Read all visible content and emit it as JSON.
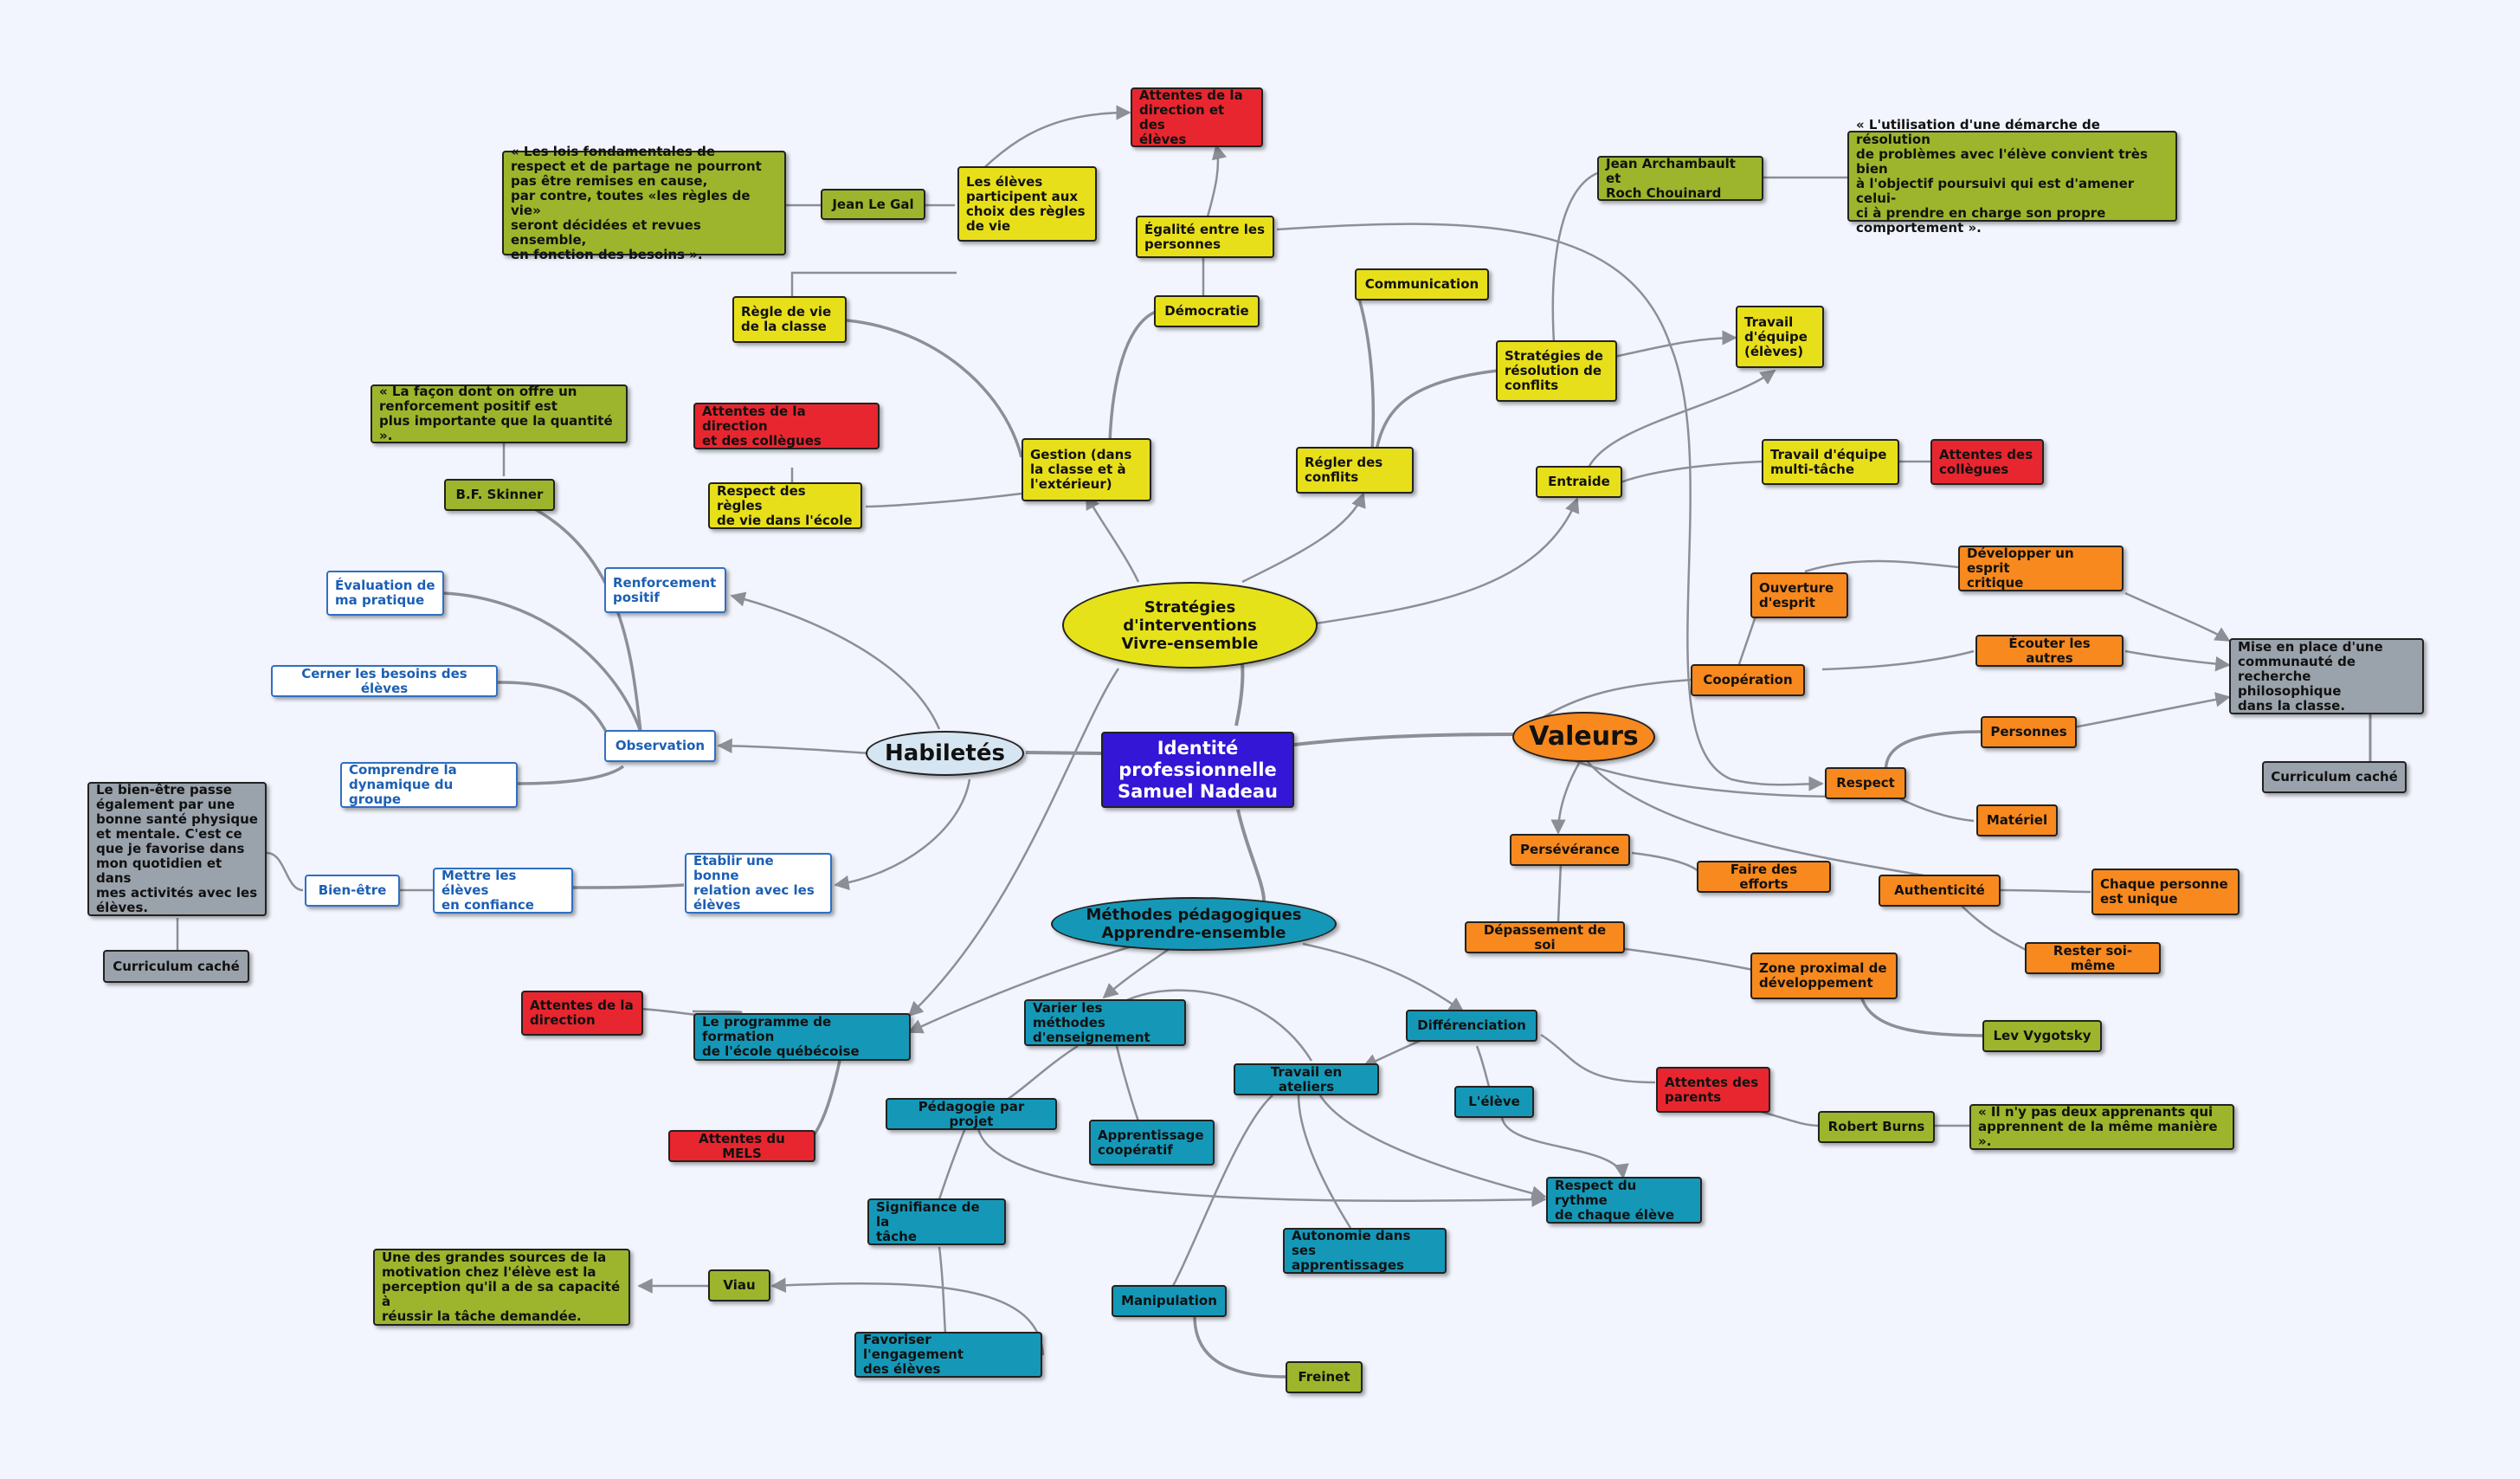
{
  "colors": {
    "background": "#f2f5fd",
    "center": "#3316d6",
    "strategies": "#e8df1b",
    "expectations": "#e8262f",
    "quotes": "#9db52c",
    "values": "#f7891f",
    "methods": "#1598b8",
    "skills": "#ffffff",
    "hidden_curriculum": "#9aa2ab",
    "connector": "#8c8f96"
  },
  "center": {
    "label": "Identité\nprofessionnelle\nSamuel Nadeau"
  },
  "main": {
    "strategies": {
      "label": "Stratégies\nd'interventions\nVivre-ensemble"
    },
    "values": {
      "label": "Valeurs"
    },
    "skills": {
      "label": "Habiletés"
    },
    "methods": {
      "label": "Méthodes pédagogiques\nApprendre-ensemble"
    }
  },
  "strategies": {
    "attentes_direction_top": "Attentes de la\ndirection et des\nélèves",
    "eleves_participent": "Les élèves\nparticipent aux\nchoix des règles\nde vie",
    "jean_le_gal": "Jean Le Gal",
    "lois_quote": "« Les lois fondamentales de\nrespect et de partage ne pourront\npas être remises en cause,\npar contre, toutes «les règles de vie»\nseront décidées et revues ensemble,\nen fonction des besoins ».",
    "egalite": "Égalité entre les\npersonnes",
    "democratie": "Démocratie",
    "regle_vie": "Règle de vie\nde la classe",
    "gestion": "Gestion (dans\nla classe et à\nl'extérieur)",
    "attentes_direction_collegues": "Attentes de la direction\net des collègues",
    "respect_regles": "Respect des règles\nde vie dans l'école",
    "communication": "Communication",
    "regler_conflits": "Régler des\nconflits",
    "strategies_resolution": "Stratégies de\nrésolution de\nconflits",
    "archambault": "Jean Archambault et\nRoch Chouinard",
    "archambault_quote": "« L'utilisation d'une démarche de résolution\nde problèmes avec l'élève convient très bien\nà l'objectif poursuivi qui est d'amener celui-\nci à prendre en charge son propre\ncomportement ».",
    "travail_equipe": "Travail\nd'équipe\n(élèves)",
    "entraide": "Entraide",
    "travail_multi": "Travail d'équipe\nmulti-tâche",
    "attentes_collegues": "Attentes des\ncollègues"
  },
  "skills": {
    "facon_quote": "« La façon dont on offre un\nrenforcement positif est\nplus importante que la quantité ».",
    "skinner": "B.F. Skinner",
    "renforcement": "Renforcement\npositif",
    "evaluation": "Évaluation de\nma pratique",
    "cerner": "Cerner les besoins des élèves",
    "observation": "Observation",
    "comprendre": "Comprendre la\ndynamique du groupe",
    "bien_etre_text": "Le bien-être passe\négalement par une\nbonne santé physique\net mentale. C'est ce\nque je favorise dans\nmon quotidien et dans\nmes activités avec les\nélèves.",
    "bien_etre": "Bien-être",
    "mettre_confiance": "Mettre les élèves\nen confiance",
    "etablir_relation": "Établir une bonne\nrelation avec les\nélèves",
    "curriculum_cache": "Curriculum caché"
  },
  "values": {
    "ouverture": "Ouverture\nd'esprit",
    "esprit_critique": "Développer un esprit\ncritique",
    "ecouter": "Écouter les autres",
    "communaute": "Mise en place d'une\ncommunauté de\nrecherche philosophique\ndans la classe.",
    "curriculum_cache": "Curriculum caché",
    "cooperation": "Coopération",
    "personnes": "Personnes",
    "respect": "Respect",
    "materiel": "Matériel",
    "perseverance": "Persévérance",
    "faire_efforts": "Faire des efforts",
    "depassement": "Dépassement de soi",
    "authenticite": "Authenticité",
    "chaque_personne": "Chaque personne\nest unique",
    "rester_soi": "Rester soi-même",
    "zone_proximal": "Zone proximal de\ndéveloppement",
    "vygotsky": "Lev Vygotsky"
  },
  "methods": {
    "attentes_direction": "Attentes de la\ndirection",
    "programme": "Le programme de formation\nde l'école québécoise",
    "attentes_mels": "Attentes du MELS",
    "varier": "Varier les méthodes\nd'enseignement",
    "pedagogie_projet": "Pédagogie par projet",
    "apprentissage_coop": "Apprentissage\ncoopératif",
    "travail_ateliers": "Travail en ateliers",
    "differenciation": "Différenciation",
    "eleve": "L'élève",
    "attentes_parents": "Attentes des\nparents",
    "robert_burns": "Robert Burns",
    "burns_quote": "« Il n'y pas deux apprenants qui\napprennent de la même manière ».",
    "respect_rythme": "Respect du rythme\nde chaque élève",
    "signifiance": "Signifiance de la\ntâche",
    "autonomie": "Autonomie dans ses\napprentissages",
    "viau": "Viau",
    "motivation_quote": "Une des grandes sources de la\nmotivation chez l'élève est la\nperception qu'il a de sa capacité à\nréussir la tâche demandée.",
    "favoriser": "Favoriser l'engagement\ndes élèves",
    "manipulation": "Manipulation",
    "freinet": "Freinet"
  }
}
